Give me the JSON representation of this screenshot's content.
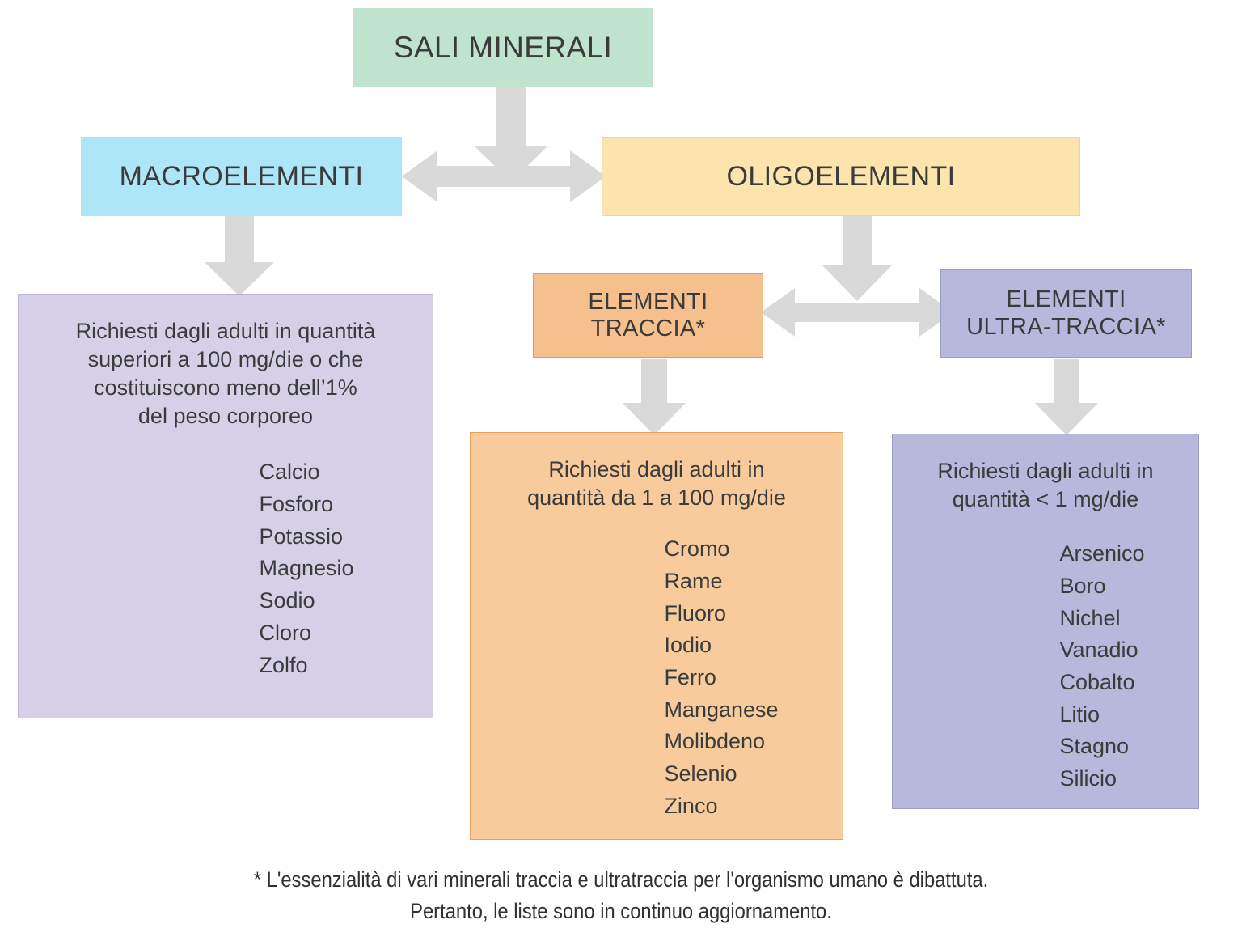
{
  "diagram": {
    "title": "SALI MINERALI",
    "root": {
      "label": "SALI MINERALI",
      "color": "#bfe3cd"
    },
    "branches": {
      "macro": {
        "label": "MACROELEMENTI",
        "color": "#ade6f7",
        "detail": {
          "description": "Richiesti dagli adulti in quantità\nsuperiori a 100 mg/die o che\ncostituiscono meno dell’1%\ndel peso corporeo",
          "color": "#d6cfe8",
          "items": [
            "Calcio",
            "Fosforo",
            "Potassio",
            "Magnesio",
            "Sodio",
            "Cloro",
            "Zolfo"
          ]
        }
      },
      "oligo": {
        "label": "OLIGOELEMENTI",
        "color": "#fbe5ad",
        "children": {
          "traccia": {
            "label": "ELEMENTI\nTRACCIA*",
            "color": "#f5c08d",
            "detail": {
              "description": "Richiesti dagli adulti in\nquantità da 1 a 100 mg/die",
              "color": "#f8cb9c",
              "items": [
                "Cromo",
                "Rame",
                "Fluoro",
                "Iodio",
                "Ferro",
                "Manganese",
                "Molibdeno",
                "Selenio",
                "Zinco"
              ]
            }
          },
          "ultratraccia": {
            "label": "ELEMENTI\nULTRA-TRACCIA*",
            "color": "#b8b8dd",
            "detail": {
              "description": "Richiesti dagli adulti in\nquantità < 1 mg/die",
              "color": "#b8b8dd",
              "items": [
                "Arsenico",
                "Boro",
                "Nichel",
                "Vanadio",
                "Cobalto",
                "Litio",
                "Stagno",
                "Silicio"
              ]
            }
          }
        }
      }
    },
    "footnote": "* L'essenzialità di vari minerali traccia e ultratraccia per l'organismo umano è dibattuta.\nPertanto, le liste sono in continuo aggiornamento.",
    "arrow_color": "#d9d9d9"
  }
}
